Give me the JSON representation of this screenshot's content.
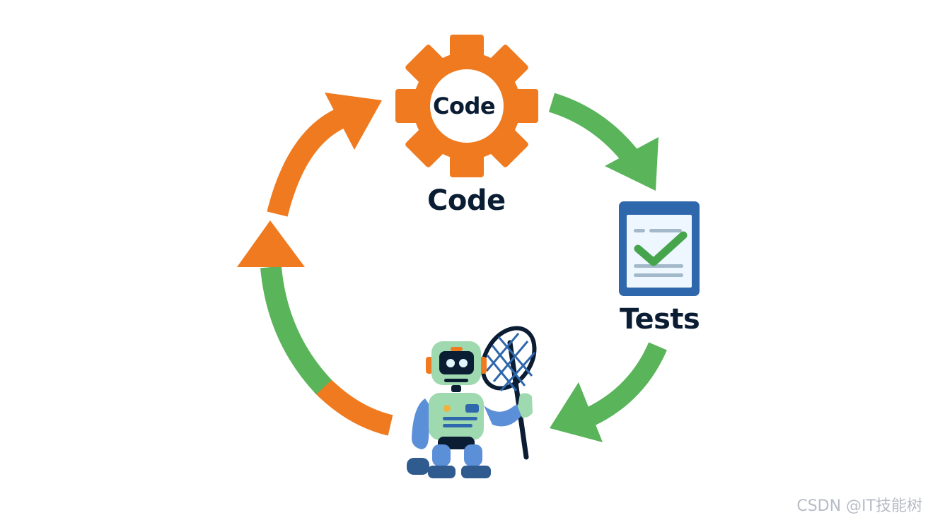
{
  "nodes": {
    "gear_text": "Code",
    "code_label": "Code",
    "tests_label": "Tests"
  },
  "watermark": "CSDN @IT技能树",
  "colors": {
    "orange": "#ef7a1f",
    "green": "#59b45a",
    "blue": "#2f67ad",
    "robot_body": "#9fd9b0",
    "robot_limb": "#5b8fd7",
    "text": "#0b1d33"
  },
  "icons": {
    "code_node": "gear-icon",
    "tests_node": "checklist-icon",
    "agent_node": "robot-with-net-icon"
  }
}
